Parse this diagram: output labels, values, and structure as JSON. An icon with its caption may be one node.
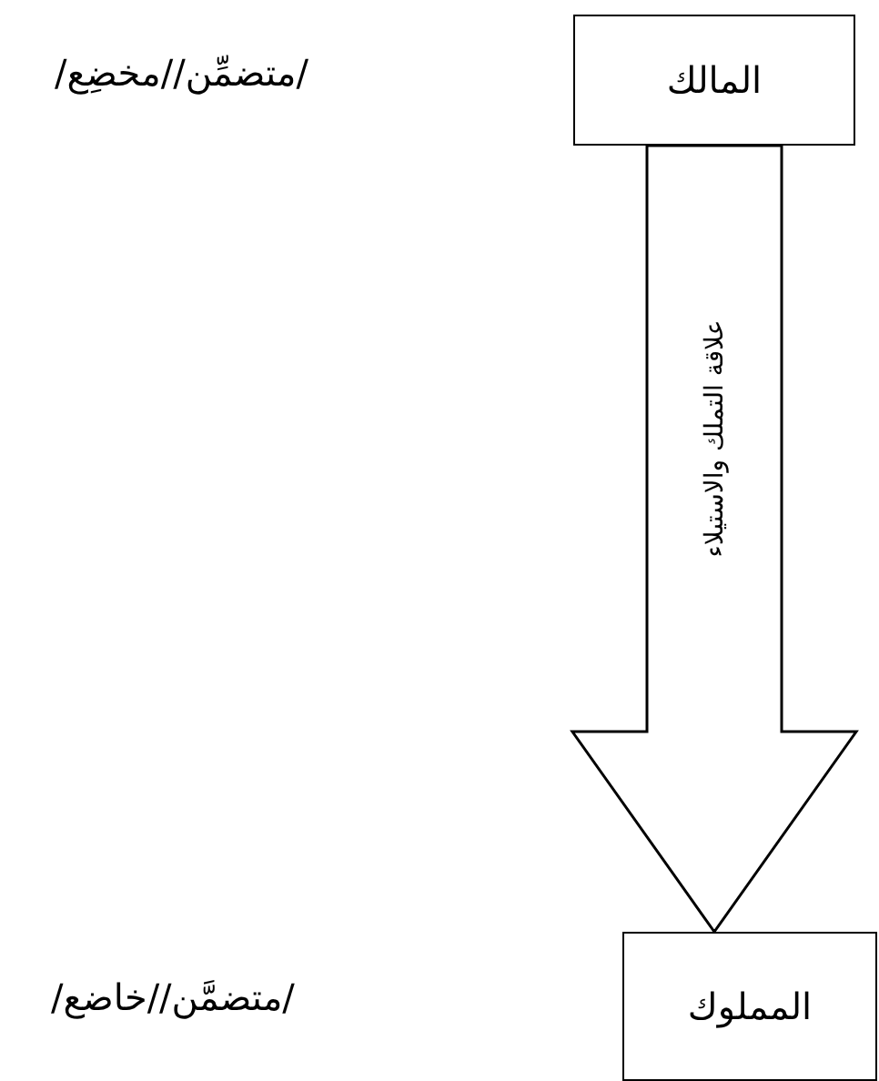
{
  "diagram": {
    "nodes": [
      {
        "text": [
          "المالك"
        ]
      },
      {
        "text": [
          "المملوك"
        ]
      }
    ],
    "edges": [
      {
        "from": 0,
        "to": 1,
        "arrow": "to",
        "label": "علاقة التملك والاستيلاء"
      }
    ],
    "labels": [
      "/متضمِّن//مخضِع/",
      "/متضمَّن//خاضع/"
    ]
  }
}
